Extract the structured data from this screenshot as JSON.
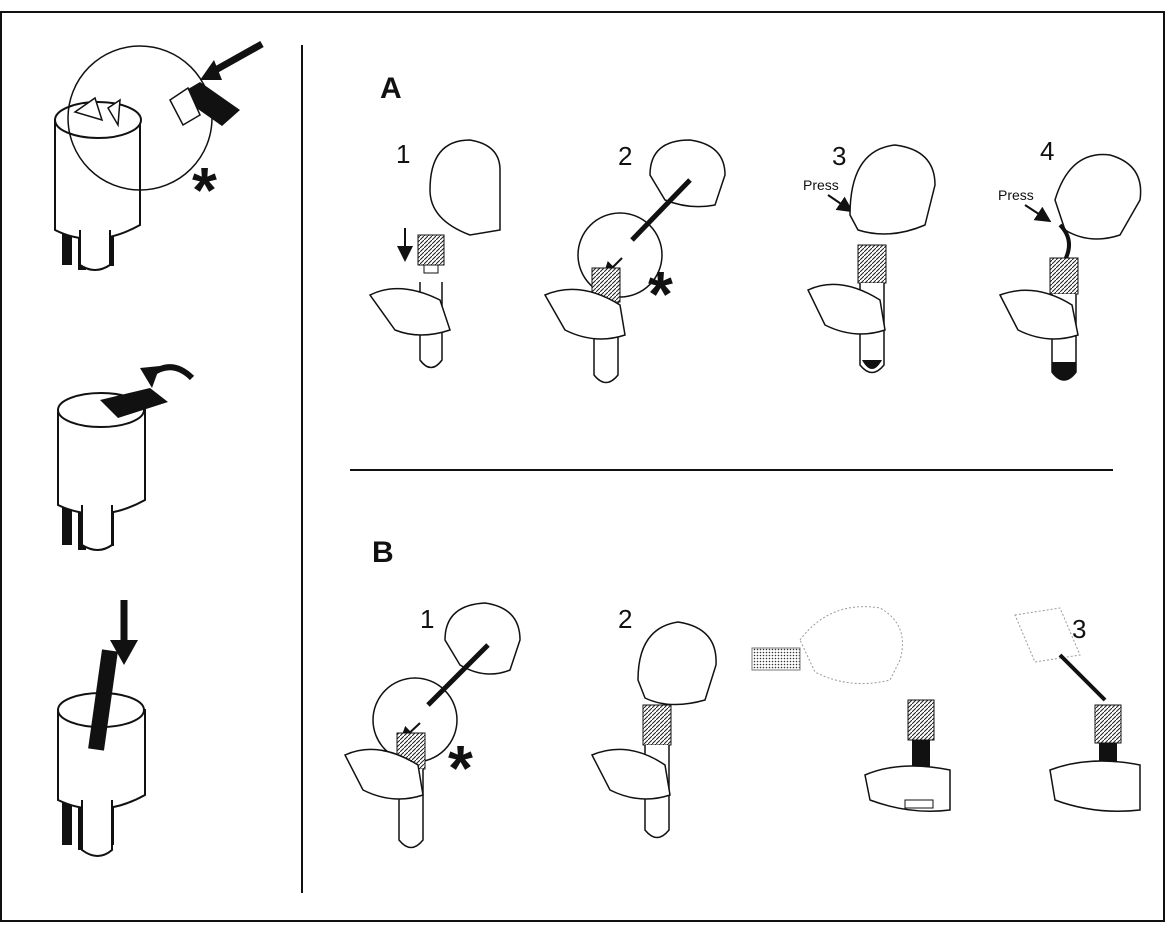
{
  "sections": {
    "A": {
      "label": "A",
      "steps": [
        "1",
        "2",
        "3",
        "4"
      ],
      "press_labels": [
        "Press",
        "Press"
      ]
    },
    "B": {
      "label": "B",
      "steps": [
        "1",
        "2",
        "3"
      ]
    }
  },
  "asterisk": "*",
  "colors": {
    "ink": "#111111",
    "paper": "#ffffff",
    "ghost": "#9a9a9a"
  },
  "icons": [
    "arrow-icon",
    "rotate-arrow-icon",
    "magnifier-circle",
    "hand-icon",
    "test-tube-icon",
    "swab-icon",
    "cap-icon"
  ]
}
